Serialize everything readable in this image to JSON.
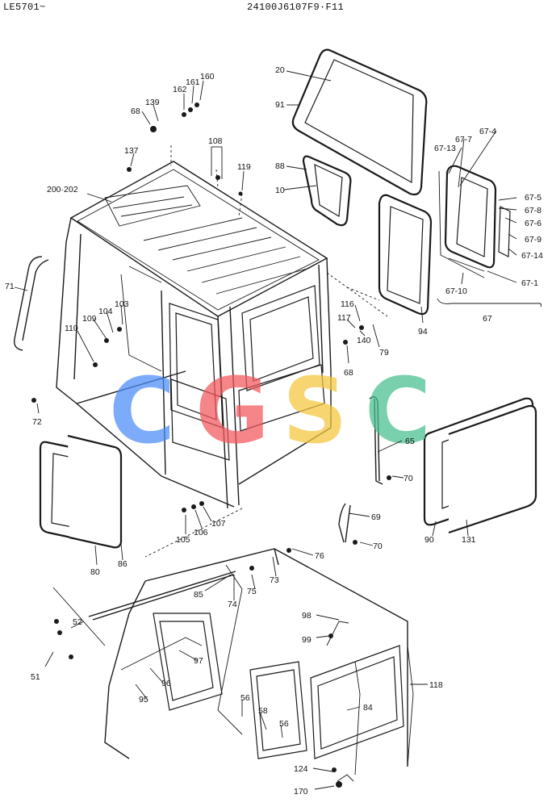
{
  "header": {
    "serial_range": "LE5701~",
    "drawing_code": "24100J6107F9·F11"
  },
  "watermark": {
    "letters": [
      "C",
      "G",
      "S",
      "C"
    ],
    "colors": [
      "#4A8CF7",
      "#F2575B",
      "#F4C73D",
      "#46BE8E"
    ]
  },
  "part_labels": {
    "p20": "20",
    "p91": "91",
    "p88": "88",
    "p10": "10",
    "p94": "94",
    "p67_4": "67-4",
    "p67_7": "67-7",
    "p67_13": "67-13",
    "p67_5": "67-5",
    "p67_8": "67-8",
    "p67_6": "67-6",
    "p67_9": "67-9",
    "p67_14": "67-14",
    "p67_1": "67-1",
    "p67_10": "67-10",
    "p67": "67",
    "p162": "162",
    "p161": "161",
    "p160": "160",
    "p139": "139",
    "p68a": "68",
    "p137": "137",
    "p108": "108",
    "p119": "119",
    "p200_202": "200·202",
    "p71": "71",
    "p103": "103",
    "p104": "104",
    "p109": "109",
    "p110": "110",
    "p72": "72",
    "p116": "116",
    "p117": "117",
    "p79": "79",
    "p140": "140",
    "p68b": "68",
    "p65": "65",
    "p70a": "70",
    "p69": "69",
    "p70b": "70",
    "p105": "105",
    "p106": "106",
    "p107": "107",
    "p80": "80",
    "p86": "86",
    "p90": "90",
    "p131": "131",
    "p76": "76",
    "p73": "73",
    "p75": "75",
    "p85": "85",
    "p74": "74",
    "p52": "52",
    "p51": "51",
    "p98": "98",
    "p99": "99",
    "p97": "97",
    "p96": "96",
    "p95": "95",
    "p118": "118",
    "p56a": "56",
    "p58": "58",
    "p56b": "56",
    "p84": "84",
    "p124": "124",
    "p170": "170"
  }
}
